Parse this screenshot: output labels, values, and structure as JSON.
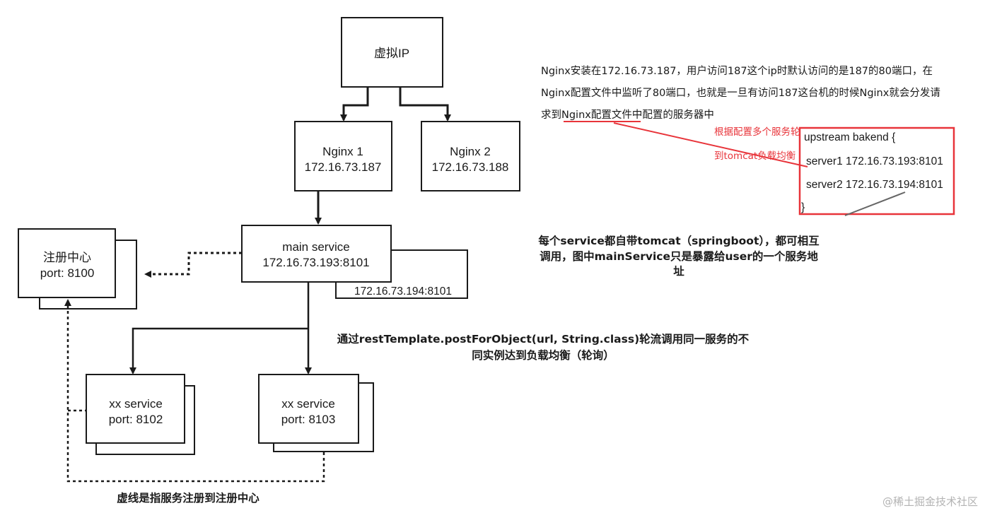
{
  "nodes": {
    "virtual_ip": "虚拟IP",
    "nginx1": {
      "name": "Nginx 1",
      "ip": "172.16.73.187"
    },
    "nginx2": {
      "name": "Nginx 2",
      "ip": "172.16.73.188"
    },
    "main_service": {
      "name": "main service",
      "ip": "172.16.73.193:8101",
      "replica_ip": "172.16.73.194:8101"
    },
    "registry": {
      "name": "注册中心",
      "port": "port: 8100"
    },
    "xx_service_1": {
      "name": "xx service",
      "port": "port: 8102"
    },
    "xx_service_2": {
      "name": "xx service",
      "port": "port: 8103"
    }
  },
  "notes": {
    "nginx_line1": "Nginx安装在172.16.73.187，用户访问187这个ip时默认访问的是187的80端口，在",
    "nginx_line2": "Nginx配置文件中监听了80端口，也就是一旦有访问187这台机的时候Nginx就会分发请",
    "nginx_line3": "求到Nginx配置文件中配置的服务器中",
    "red_line1": "根据配置多个服务轮",
    "red_line2": "到tomcat负载均衡",
    "upstream": {
      "line1": "upstream bakend {",
      "line2": "server1 172.16.73.193:8101",
      "line3": "server2 172.16.73.194:8101",
      "line4": "}"
    },
    "service_note_line1": "每个service都自带tomcat（springboot），都可相互",
    "service_note_line2": "调用，图中mainService只是暴露给user的一个服务地",
    "service_note_line3": "址",
    "rest_line1": "通过restTemplate.postForObject(url, String.class)轮流调用同一服务的不",
    "rest_line2": "同实例达到负载均衡（轮询）",
    "dashed_note": "虚线是指服务注册到注册中心"
  },
  "watermark": "@稀土掘金技术社区",
  "colors": {
    "line": "#1a1a1a",
    "red": "#e8343a",
    "watermark": "#b3b3b3"
  }
}
